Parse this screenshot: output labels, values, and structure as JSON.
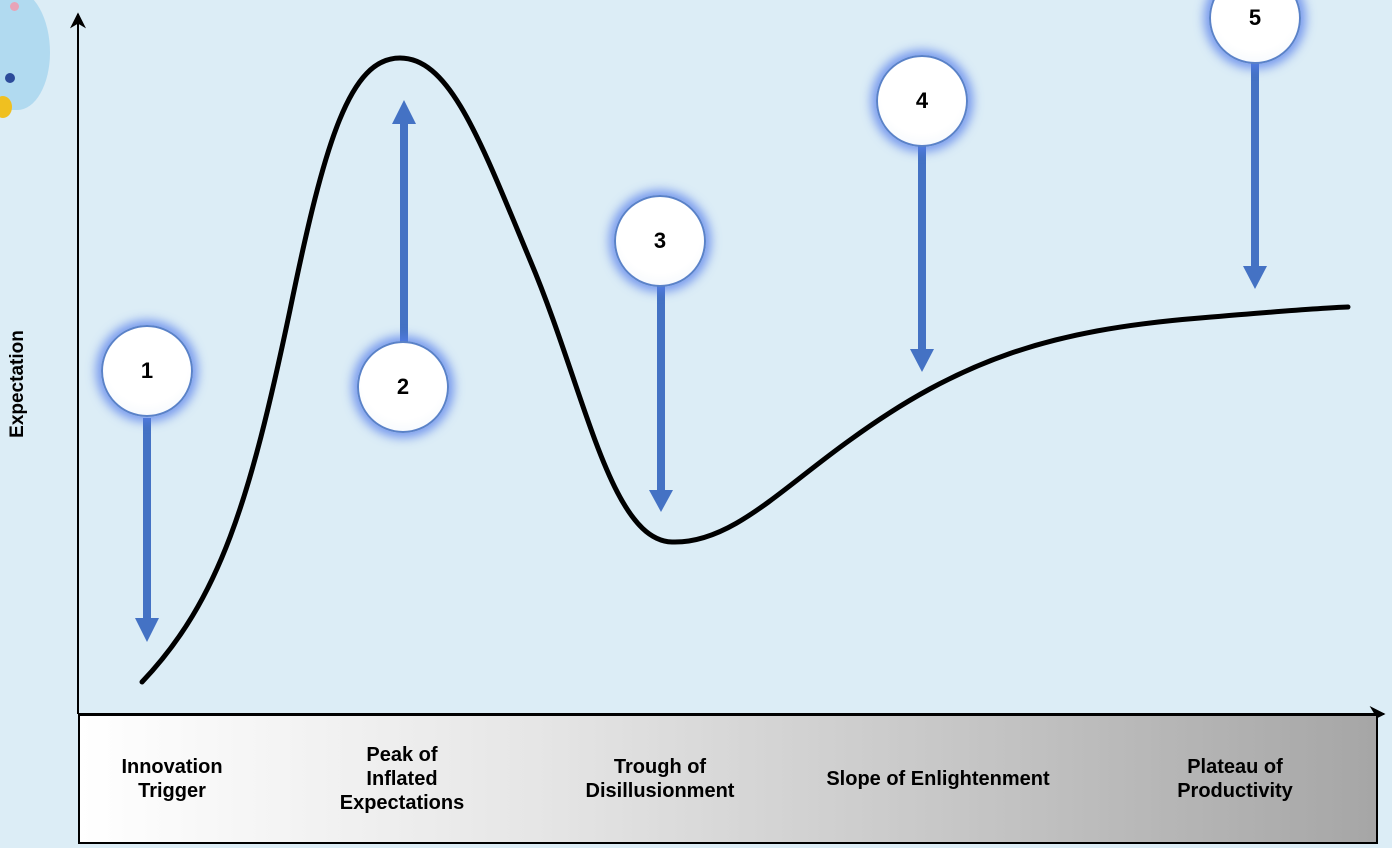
{
  "y_axis_label": "Expectation",
  "phases": [
    "Innovation\nTrigger",
    "Peak of\nInflated\nExpectations",
    "Trough of\nDisillusionment",
    "Slope of Enlightenment",
    "Plateau of\nProductivity"
  ],
  "markers": [
    "1",
    "2",
    "3",
    "4",
    "5"
  ],
  "colors": {
    "background": "#dcedf6",
    "arrow": "#4472c4",
    "curve": "#000000",
    "marker_glow": "#5a82e8"
  }
}
